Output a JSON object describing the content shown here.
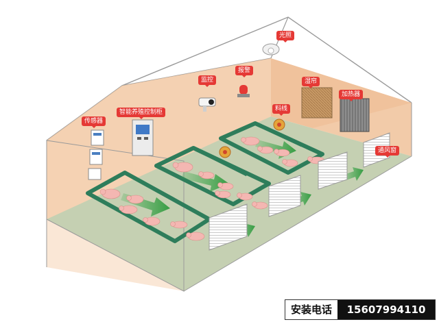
{
  "labels": {
    "sensor": "传感器",
    "control_cabinet": "智能养殖控制柜",
    "monitor": "监控",
    "alarm": "报警",
    "light": "光照",
    "feed_line": "料线",
    "wet_curtain": "湿帘",
    "heater": "加热器",
    "vent_window": "通风窗"
  },
  "contact": {
    "label": "安装电话",
    "phone": "15607994110"
  },
  "colors": {
    "accent": "#e53935",
    "wall": "#f2c9a4",
    "floor": "#c5d0b2",
    "pen_rail": "#2e7d5b",
    "airflow": "#3aa64a",
    "pig": "#f4b7b2"
  }
}
